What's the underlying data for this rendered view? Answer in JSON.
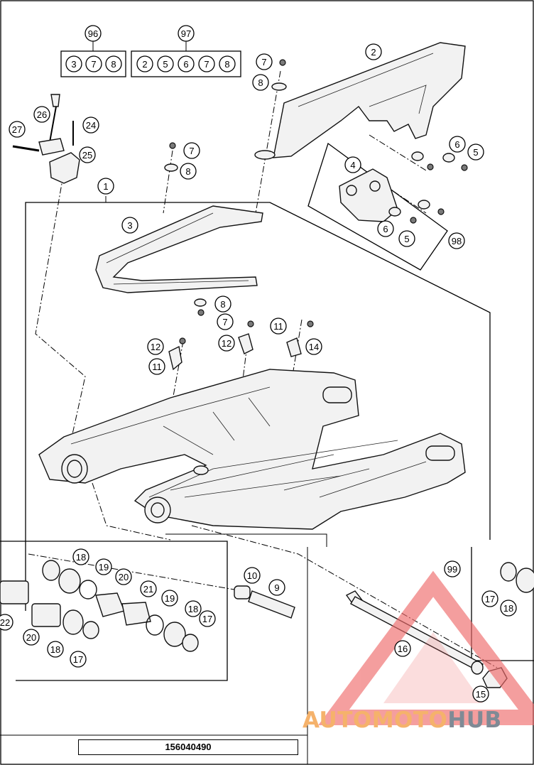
{
  "diagram": {
    "document_code": "156040490",
    "kit_groups": [
      {
        "kit": "96",
        "parts": [
          "3",
          "7",
          "8"
        ]
      },
      {
        "kit": "97",
        "parts": [
          "2",
          "5",
          "6",
          "7",
          "8"
        ]
      }
    ],
    "callouts": [
      "1",
      "2",
      "3",
      "4",
      "5",
      "5",
      "6",
      "6",
      "7",
      "7",
      "7",
      "8",
      "8",
      "8",
      "9",
      "10",
      "11",
      "11",
      "12",
      "12",
      "14",
      "15",
      "16",
      "17",
      "17",
      "17",
      "18",
      "18",
      "18",
      "18",
      "19",
      "19",
      "20",
      "20",
      "21",
      "22",
      "24",
      "25",
      "26",
      "27",
      "98",
      "99"
    ],
    "watermark": {
      "part1": "AUTOMOTO",
      "part2": "HUB",
      "color_primary": "#f5b26b",
      "color_secondary": "#7f8a95",
      "triangle_color": "#ef6b6b"
    }
  }
}
